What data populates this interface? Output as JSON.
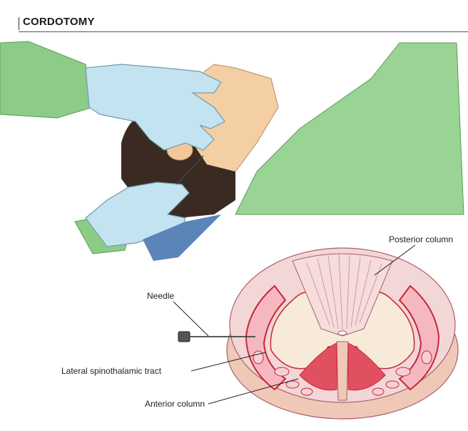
{
  "header": {
    "title": "CORDOTOMY"
  },
  "labels": {
    "posterior_column": "Posterior column",
    "needle": "Needle",
    "lateral_tract": "Lateral spinothalamic tract",
    "anterior_column": "Anterior column"
  },
  "colors": {
    "gown": "#7fc27a",
    "glove": "#bfe0ee",
    "skin": "#f2c89a",
    "hair": "#3a2a22",
    "white_matter": "#f3d6d6",
    "gray_matter": "#f7ead8",
    "tract_red": "#c8283a"
  }
}
